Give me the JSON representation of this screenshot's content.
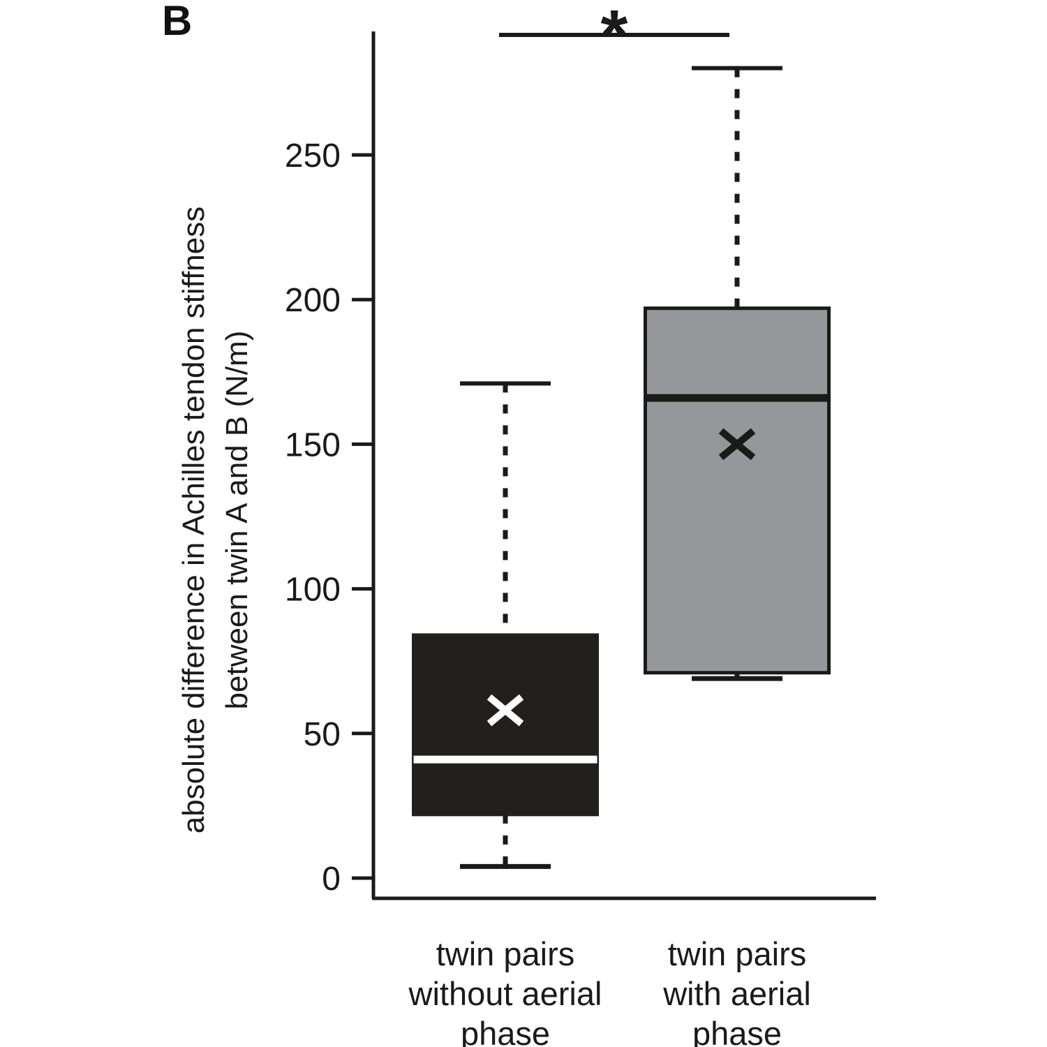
{
  "panel_label": "B",
  "chart_data": {
    "type": "boxplot",
    "title": "",
    "ylabel_lines": [
      "absolute difference in Achilles tendon stiffness",
      "between twin A and B (N/m)"
    ],
    "ylabel": "absolute difference in Achilles tendon stiffness between twin A and B (N/m)",
    "xlabel": "",
    "ylim": [
      0,
      290
    ],
    "yticks": [
      0,
      50,
      100,
      150,
      200,
      250
    ],
    "grid": false,
    "categories": [
      "twin pairs without aerial phase",
      "twin pairs with aerial phase"
    ],
    "category_label_lines": [
      [
        "twin pairs",
        "without aerial",
        "phase"
      ],
      [
        "twin pairs",
        "with aerial",
        "phase"
      ]
    ],
    "series": [
      {
        "name": "twin pairs without aerial phase",
        "min": 4,
        "q1": 22,
        "median": 41,
        "q3": 84,
        "max": 171,
        "mean": 58,
        "box_fill": "#221f1f",
        "box_border": "#221f1f",
        "median_color": "#ffffff",
        "mean_color": "#ffffff"
      },
      {
        "name": "twin pairs with aerial phase",
        "min": 69,
        "q1": 71,
        "median": 166,
        "q3": 197,
        "max": 280,
        "mean": 150,
        "box_fill": "#96979a",
        "box_border": "#1a1a1a",
        "median_color": "#1a1a1a",
        "mean_color": "#1a1a1a"
      }
    ],
    "significance": {
      "symbol": "*",
      "between": [
        "twin pairs without aerial phase",
        "twin pairs with aerial phase"
      ]
    },
    "colors": {
      "axis": "#1a1a1a",
      "text": "#1a1a1a",
      "background": "#ffffff"
    }
  }
}
